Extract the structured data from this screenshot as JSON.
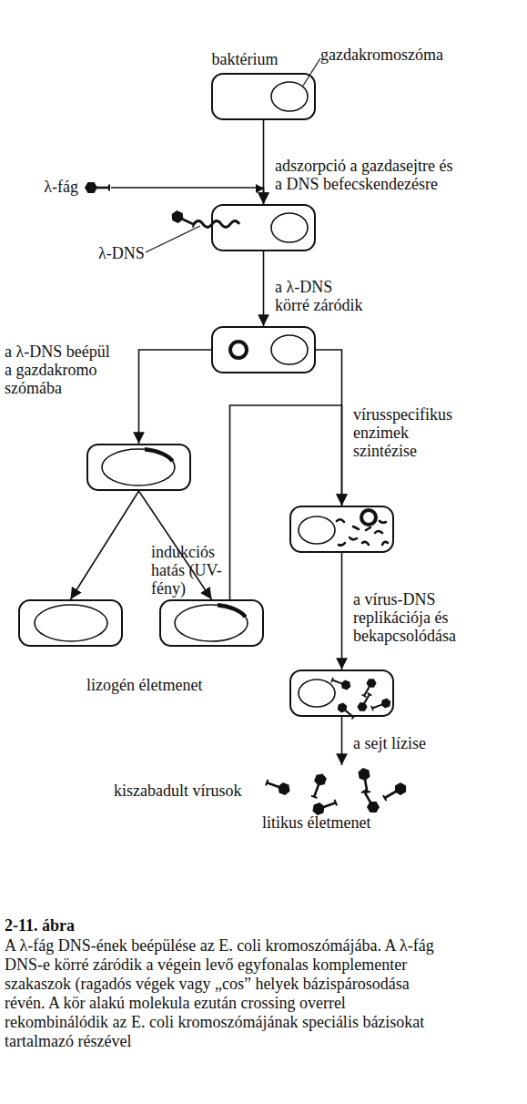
{
  "diagram": {
    "title": "2-11. ábra",
    "caption": "A λ-fág DNS-ének beépülése az E. coli kromoszómájába. A λ-fág DNS-e körré záródik a végein levő egyfonalas komplementer szakaszok (ragadós végek vagy „cos” helyek bázispárosodása révén. A kör alakú molekula ezután crossing overrel rekombinálódik az E. coli kromoszómájának speciális bázisokat tartalmazó részével",
    "nodes": [
      {
        "text": [
          "baktérium"
        ]
      },
      {
        "text": [
          "λ-fág"
        ]
      },
      {
        "text": []
      },
      {
        "text": []
      },
      {
        "text": []
      },
      {
        "text": []
      },
      {
        "text": []
      },
      {
        "text": []
      },
      {
        "text": []
      },
      {
        "text": [
          "kiszabadult vírusok"
        ]
      }
    ],
    "edges": [
      {
        "from": 0,
        "to": 2,
        "label": "adszorpció a gazdasejtre és a DNS befecskendezésre",
        "arrow": "to"
      },
      {
        "from": 1,
        "to": 2,
        "arrow": "to"
      },
      {
        "from": 2,
        "to": 3,
        "label": "a λ-DNS körré záródik",
        "arrow": "to"
      },
      {
        "from": 3,
        "to": 4,
        "label": "a λ-DNS beépül a gazdakromo szómába",
        "arrow": "to"
      },
      {
        "from": 3,
        "to": 5,
        "label": "vírusspecifikus enzimek szintézise",
        "arrow": "to"
      },
      {
        "from": 4,
        "to": 6,
        "arrow": "to"
      },
      {
        "from": 4,
        "to": 7,
        "arrow": "to"
      },
      {
        "from": 7,
        "to": 5,
        "label": "indukciós hatás (UV-fény)",
        "arrow": "to"
      },
      {
        "from": 5,
        "to": 8,
        "label": "a vírus-DNS replikációja és bekapcsolódása",
        "arrow": "to"
      },
      {
        "from": 8,
        "to": 9,
        "label": "a sejt lízise",
        "arrow": "to"
      }
    ],
    "labels": [
      "gazdakromoszóma",
      "λ-DNS",
      "lizogén életmenet",
      "litikus életmenet"
    ]
  }
}
